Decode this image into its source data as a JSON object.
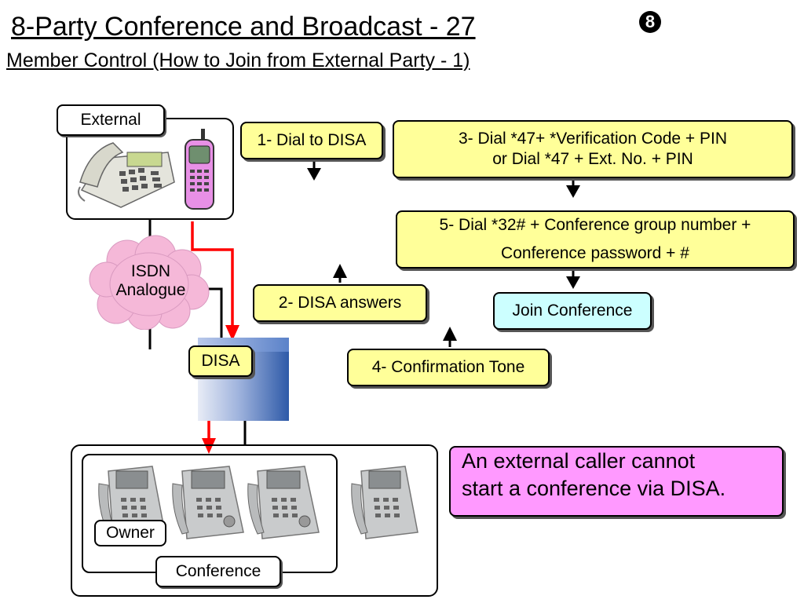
{
  "header": {
    "title": "8-Party Conference and Broadcast - 27",
    "subtitle": "Member Control (How to Join from External Party - 1)",
    "marker": "8"
  },
  "external": {
    "label": "External"
  },
  "network": {
    "line1": "ISDN",
    "line2": "Analogue"
  },
  "disa": {
    "label": "DISA"
  },
  "steps": {
    "step1": "1- Dial to DISA",
    "step2": "2- DISA answers",
    "step3_line1": "3- Dial *47+ *Verification Code + PIN",
    "step3_line2": "or Dial *47 + Ext. No. +  PIN",
    "step4": "4- Confirmation Tone",
    "step5_line1": "5- Dial *32# + Conference group number +",
    "step5_line2": "Conference password + #",
    "join": "Join Conference"
  },
  "note": {
    "line1": "An external caller cannot",
    "line2": "start a conference via DISA."
  },
  "group": {
    "owner": "Owner",
    "conference": "Conference"
  },
  "colors": {
    "step_fill": "#ffff99",
    "join_fill": "#ccffff",
    "note_fill": "#ff99ff",
    "cloud_fill": "#f5b8d8",
    "call_path": "#ff0000"
  }
}
